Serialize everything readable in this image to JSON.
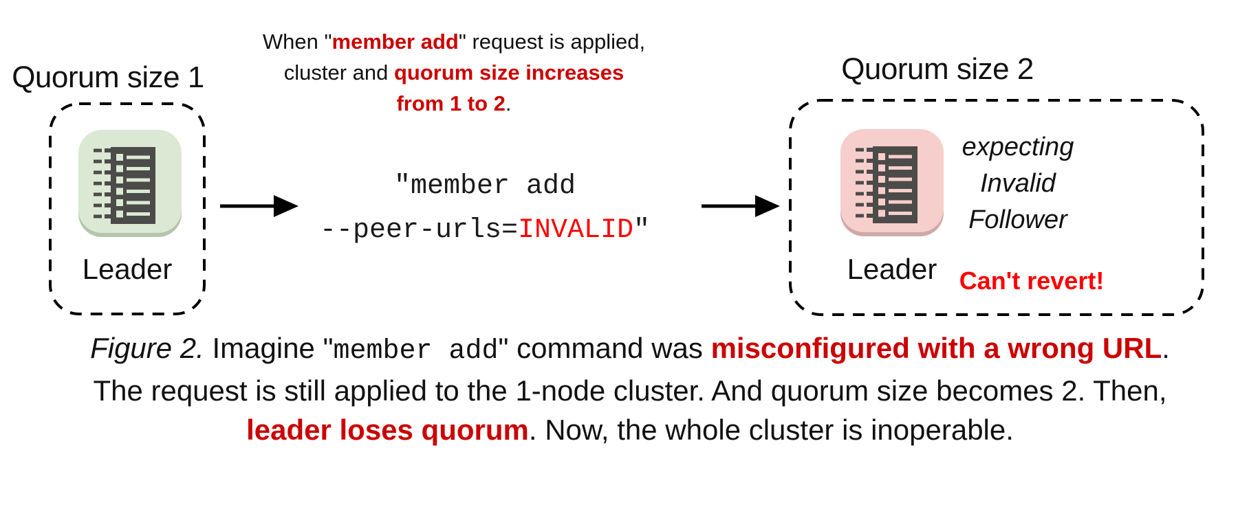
{
  "left_cluster": {
    "title": "Quorum size 1",
    "node_label": "Leader",
    "node_color": "#dbe8d3",
    "node_rim_color": "#b5c4ac"
  },
  "right_cluster": {
    "title": "Quorum size 2",
    "node_label": "Leader",
    "expecting_lines": [
      "expecting",
      "Invalid",
      "Follower"
    ],
    "warning": "Can't revert!",
    "node_color": "#f6cecb",
    "node_rim_color": "#cfa9a7"
  },
  "annotation": {
    "line1_prefix": "When \"",
    "line1_highlight": "member add",
    "line1_suffix": "\" request is applied,",
    "line2_prefix": "cluster and ",
    "line2_highlight": "quorum size increases",
    "line3_highlight": "from 1 to 2",
    "line3_suffix": "."
  },
  "command": {
    "line1": "\"member add",
    "line2_prefix": "--peer-urls=",
    "line2_invalid": "INVALID",
    "line2_suffix": "\""
  },
  "caption": {
    "line1": {
      "figure": "Figure 2.",
      "t1": " Imagine \"",
      "mono": "member add",
      "t2": "\" command was ",
      "red": "misconfigured with a wrong URL",
      "t3": "."
    },
    "line2": "The request is still applied to the 1-node cluster. And quorum size becomes 2. Then,",
    "line3": {
      "red": "leader loses quorum",
      "t1": ". Now, the whole cluster is inoperable."
    }
  },
  "icons": {
    "node_glyph": "ledger-list-icon",
    "arrow": "right-arrow-icon",
    "boxes": "dashed-cluster-boundary"
  },
  "colors": {
    "highlight_red": "#cc0000",
    "bright_red": "#ff0000",
    "glyph_gray": "#4b4b49",
    "text_black": "#111111"
  }
}
